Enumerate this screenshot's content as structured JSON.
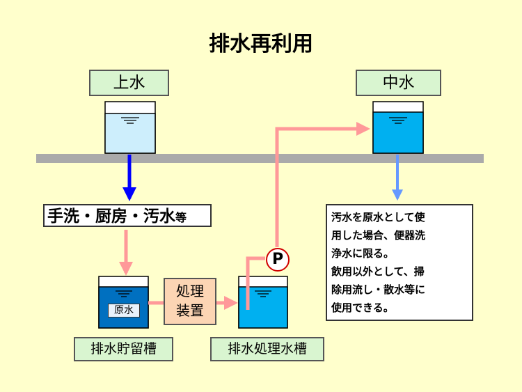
{
  "title": "排水再利用",
  "labels": {
    "city_water": "上水",
    "reclaimed_water": "中水",
    "sources_main": "手洗・厨房・汚水",
    "sources_suffix": "等",
    "raw_water": "原水",
    "drain_storage_tank": "排水貯留槽",
    "treatment_line1": "処理",
    "treatment_line2": "装置",
    "treated_tank": "排水処理水槽",
    "pump": "P"
  },
  "note_lines": [
    "汚水を原水として使",
    "用した場合、便器洗",
    "浄水に限る。",
    "飲用以外として、掃",
    "除用流し・散水等に",
    "使用できる。"
  ],
  "colors": {
    "background": "#ffffcc",
    "floor": "#aaaaaa",
    "city_water_fill": "#cdeefc",
    "reclaimed_fill": "#00b0f0",
    "raw_fill": "#0070c0",
    "treated_fill": "#00b0f0",
    "pink_pipe": "#ff9999",
    "blue_arrow": "#0000ff",
    "light_blue_arrow": "#6699ff",
    "label_green": "#d9f5d0",
    "treatment_box": "#fcd5b4"
  }
}
